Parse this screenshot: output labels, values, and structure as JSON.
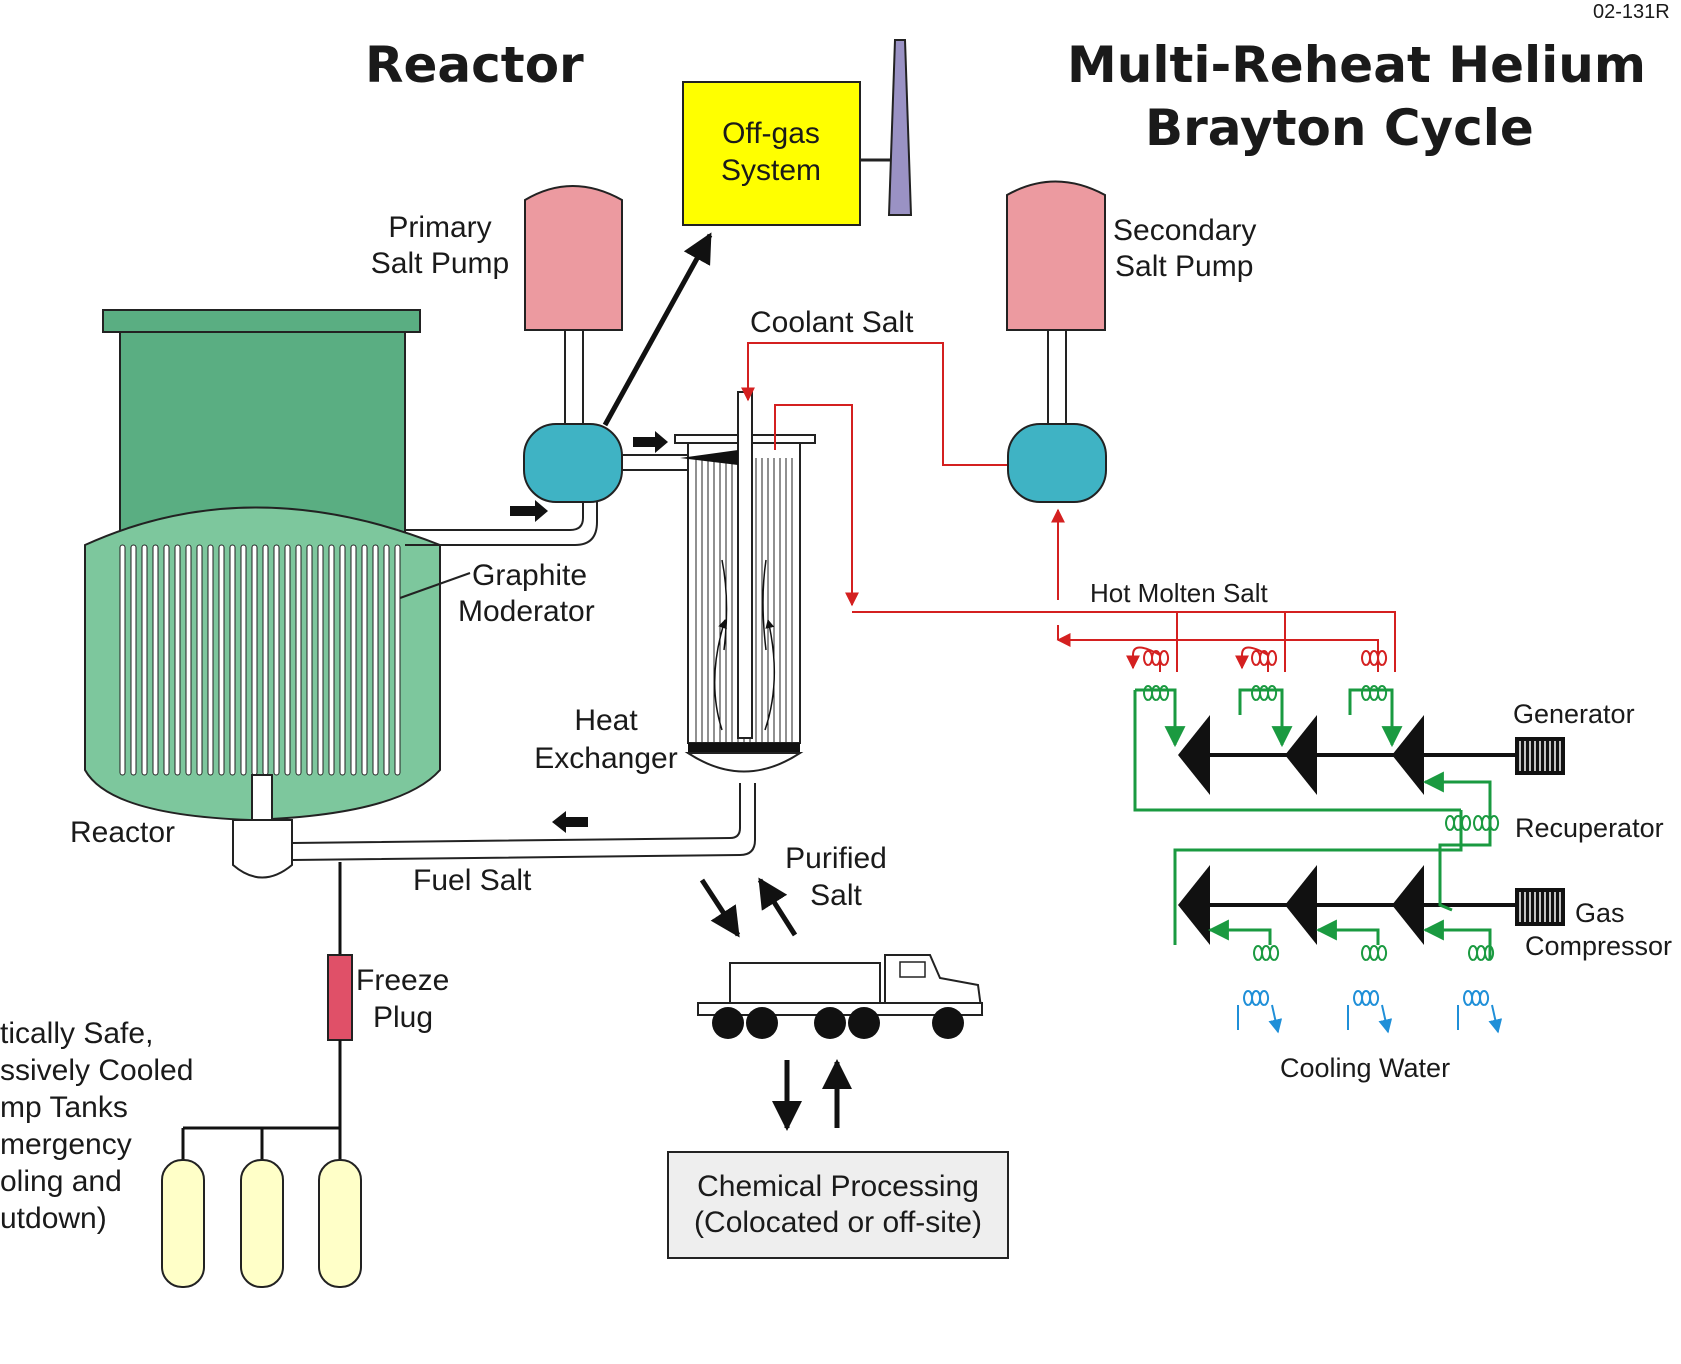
{
  "doc_id": "02-131R",
  "titles": {
    "reactor": "Reactor",
    "brayton_line1": "Multi-Reheat Helium",
    "brayton_line2": "Brayton Cycle"
  },
  "labels": {
    "offgas_line1": "Off-gas",
    "offgas_line2": "System",
    "primary_pump_line1": "Primary",
    "primary_pump_line2": "Salt Pump",
    "secondary_pump_line1": "Secondary",
    "secondary_pump_line2": "Salt Pump",
    "coolant_salt": "Coolant Salt",
    "hot_molten_salt": "Hot Molten Salt",
    "graphite_line1": "Graphite",
    "graphite_line2": "Moderator",
    "heat_ex_line1": "Heat",
    "heat_ex_line2": "Exchanger",
    "reactor": "Reactor",
    "fuel_salt": "Fuel Salt",
    "purified_line1": "Purified",
    "purified_line2": "Salt",
    "freeze_line1": "Freeze",
    "freeze_line2": "Plug",
    "dump_line1": "tically Safe,",
    "dump_line2": "ssively Cooled",
    "dump_line3": "mp Tanks",
    "dump_line4": "mergency",
    "dump_line5": "oling and",
    "dump_line6": "utdown)",
    "chem_line1": "Chemical Processing",
    "chem_line2": "(Colocated or off-site)",
    "generator": "Generator",
    "recuperator": "Recuperator",
    "gas_line1": "Gas",
    "gas_line2": "Compressor",
    "cooling_water": "Cooling Water"
  },
  "colors": {
    "reactor_vessel": "#7dc79d",
    "reactor_top": "#5aae82",
    "pump_motor": "#ec9aa0",
    "pump_casing": "#3fb3c4",
    "offgas_box": "#ffff00",
    "stack": "#9a92c4",
    "hot_salt_line": "#d42020",
    "helium_line": "#1a9a40",
    "cooling_water_line": "#1f8fd8",
    "freeze_plug": "#e05068",
    "dump_tank": "#ffffc8",
    "chem_box": "#eeeeee"
  }
}
